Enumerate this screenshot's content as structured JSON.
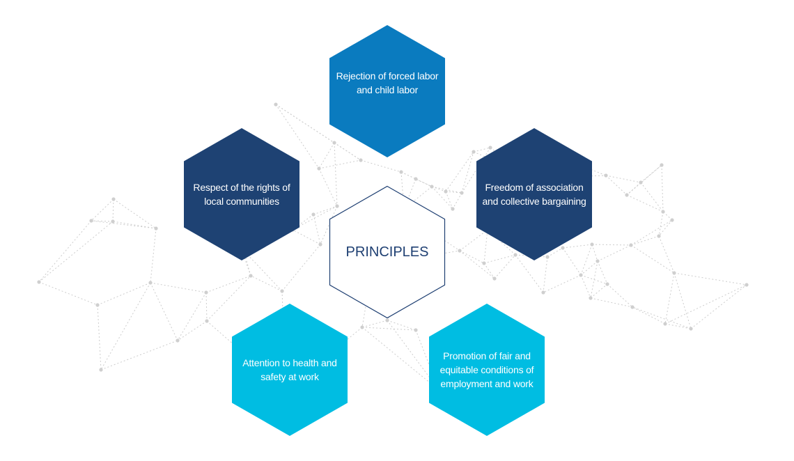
{
  "colors": {
    "medium_blue": "#0a7bbf",
    "dark_navy": "#1e4273",
    "light_cyan": "#00bde2",
    "center_outline": "#1e3f72",
    "network_lines": "#cccccc",
    "network_nodes": "#cfcfcf"
  },
  "center": {
    "label": "PRINCIPLES",
    "style": "outline"
  },
  "principles": [
    {
      "label": "Rejection of forced labor and child labor",
      "color": "medium_blue"
    },
    {
      "label": "Freedom of association and collective bargaining",
      "color": "dark_navy"
    },
    {
      "label": "Promotion of fair and equitable conditions of employment and work",
      "color": "light_cyan"
    },
    {
      "label": "Attention to health and safety at work",
      "color": "light_cyan"
    },
    {
      "label": "Respect of the rights of local communities",
      "color": "dark_navy"
    }
  ]
}
